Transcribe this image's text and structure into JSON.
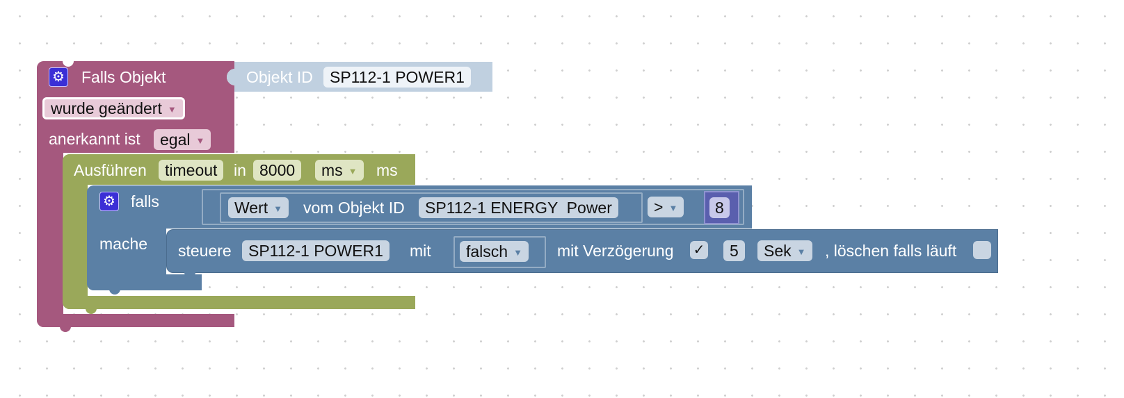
{
  "trigger_block": {
    "title": "Falls Objekt",
    "change_option": "wurde geändert",
    "ack_label": "anerkannt ist",
    "ack_value": "egal",
    "object_label": "Objekt ID",
    "object_id": "SP112-1 POWER1",
    "color": "#a5587e",
    "icon": "gear-icon"
  },
  "timeout_block": {
    "label": "Ausführen",
    "name": "timeout",
    "in_label": "in",
    "delay": "8000",
    "unit_select": "ms",
    "unit_label": "ms",
    "color": "#9aa85a"
  },
  "if_block": {
    "if_label": "falls",
    "do_label": "mache",
    "color": "#5b80a5",
    "icon": "gear-icon",
    "condition": {
      "value_option": "Wert",
      "of_object_label": "vom Objekt ID",
      "object_id": "SP112-1 ENERGY  Power",
      "operator": ">",
      "number": "8"
    }
  },
  "control_block": {
    "label": "steuere",
    "object_id": "SP112-1 POWER1",
    "with_label": "mit",
    "value": "falsch",
    "delay_label": "mit Verzögerung",
    "delay_checked": "✓",
    "delay_value": "5",
    "delay_unit": "Sek",
    "clear_label": ", löschen falls läuft",
    "clear_checked": ""
  }
}
